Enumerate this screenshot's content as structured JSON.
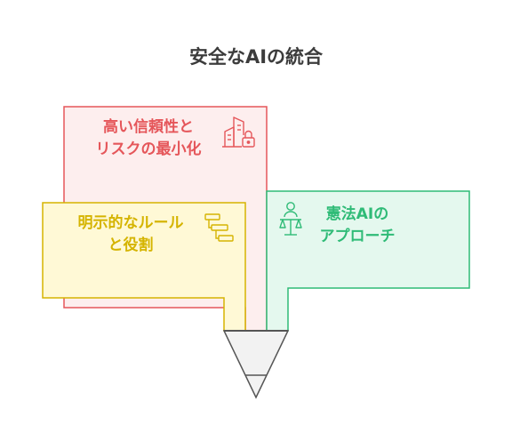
{
  "title": "安全なAIの統合",
  "blocks": {
    "risk": {
      "line1": "高い信頼性と",
      "line2": "リスクの最小化",
      "icon": "city-lock-icon"
    },
    "roles": {
      "line1": "明示的なルール",
      "line2": "と役割",
      "icon": "gantt-steps-icon"
    },
    "constitution": {
      "line1": "憲法AIの",
      "line2": "アプローチ",
      "icon": "person-scales-icon"
    }
  },
  "colors": {
    "red_fill": "#fdeeee",
    "red_stroke": "#e5565a",
    "yellow_fill": "#fff9d6",
    "yellow_stroke": "#d5b400",
    "green_fill": "#e4f8ee",
    "green_stroke": "#2fbb77",
    "funnel_fill": "#f2f2f2",
    "funnel_stroke": "#555555"
  }
}
